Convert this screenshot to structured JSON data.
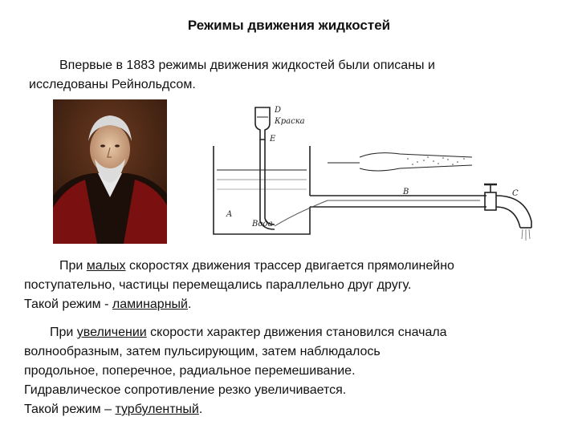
{
  "title": "Режимы движения жидкостей",
  "intro": {
    "line1": "Впервые в 1883 режимы движения жидкостей были описаны и",
    "line2": "исследованы  Рейнольдсом."
  },
  "portrait": {
    "icon": "reynolds-portrait"
  },
  "diagram": {
    "label_d": "D",
    "label_kraska": "Краска",
    "label_e": "E",
    "label_a": "A",
    "label_voda": "Вода",
    "label_v": "В",
    "label_c": "С"
  },
  "para1": {
    "t1": "При ",
    "u1": "малых",
    "t2": " скоростях движения трассер двигается   прямолинейно",
    "line2": "поступательно, частицы перемещались параллельно друг другу.",
    "t3": "Такой режим  - ",
    "u2": "ламинарный",
    "t4": "."
  },
  "para2": {
    "t1": "При ",
    "u1": "увеличении",
    "t2": " скорости  характер движения становился сначала",
    "line2": "волнообразным, затем пульсирующим, затем наблюдалось",
    "line3": "продольное,  поперечное, радиальное перемешивание.",
    "line4": "Гидравлическое сопротивление резко увеличивается.",
    "t3": "Такой режим – ",
    "u2": "турбулентный",
    "t4": "."
  }
}
